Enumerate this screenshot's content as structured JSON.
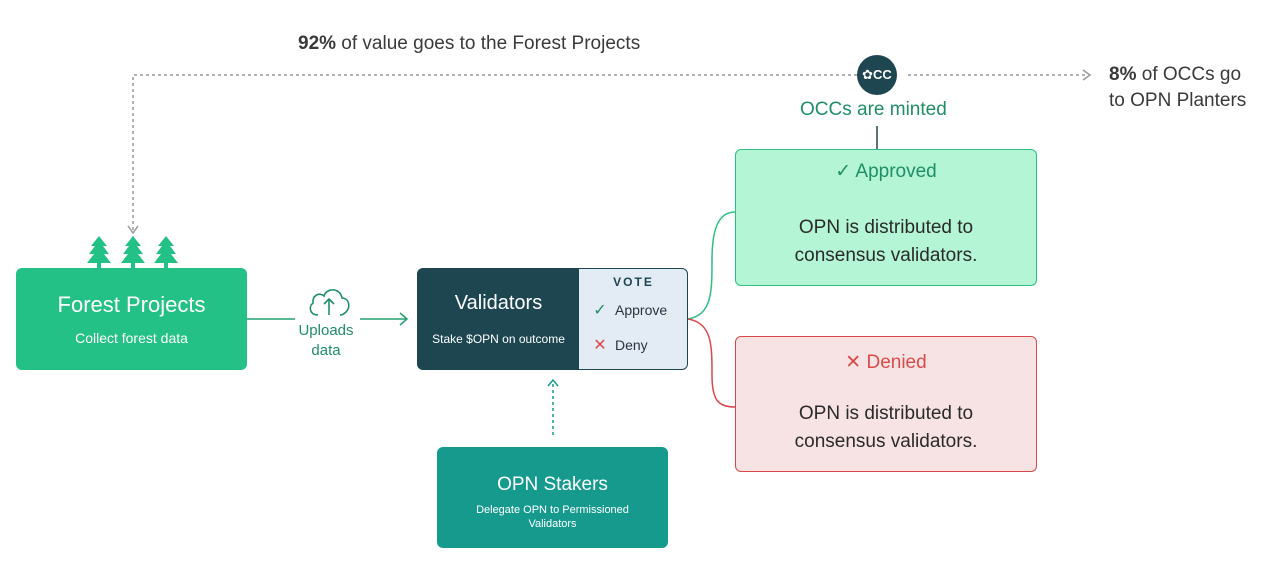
{
  "top_flow": {
    "emphasis": "92%",
    "text": " of value goes to the Forest Projects"
  },
  "occ": {
    "badge_label": "✿CC",
    "minted_label": "OCCs are minted"
  },
  "planters": {
    "emphasis": "8%",
    "text": " of OCCs go",
    "line2": "to OPN Planters"
  },
  "forest": {
    "title": "Forest Projects",
    "subtitle": "Collect forest data"
  },
  "uploads": {
    "line1": "Uploads",
    "line2": "data"
  },
  "validators": {
    "title": "Validators",
    "subtitle": "Stake $OPN on outcome",
    "vote_title": "VOTE",
    "approve_label": "Approve",
    "deny_label": "Deny"
  },
  "stakers": {
    "title": "OPN Stakers",
    "subtitle": "Delegate OPN to Permissioned Validators"
  },
  "approved": {
    "heading": "Approved",
    "line1": "OPN is distributed to",
    "line2": "consensus validators."
  },
  "denied": {
    "heading": "Denied",
    "line1": "OPN is distributed to",
    "line2": "consensus validators."
  },
  "colors": {
    "forest_green": "#24c186",
    "validators_navy": "#1d4651",
    "stakers_teal": "#169a8e",
    "approved_bg": "#b3f5d4",
    "denied_bg": "#f8e3e4",
    "approve_accent": "#1f8f66",
    "deny_accent": "#d94b4b"
  }
}
